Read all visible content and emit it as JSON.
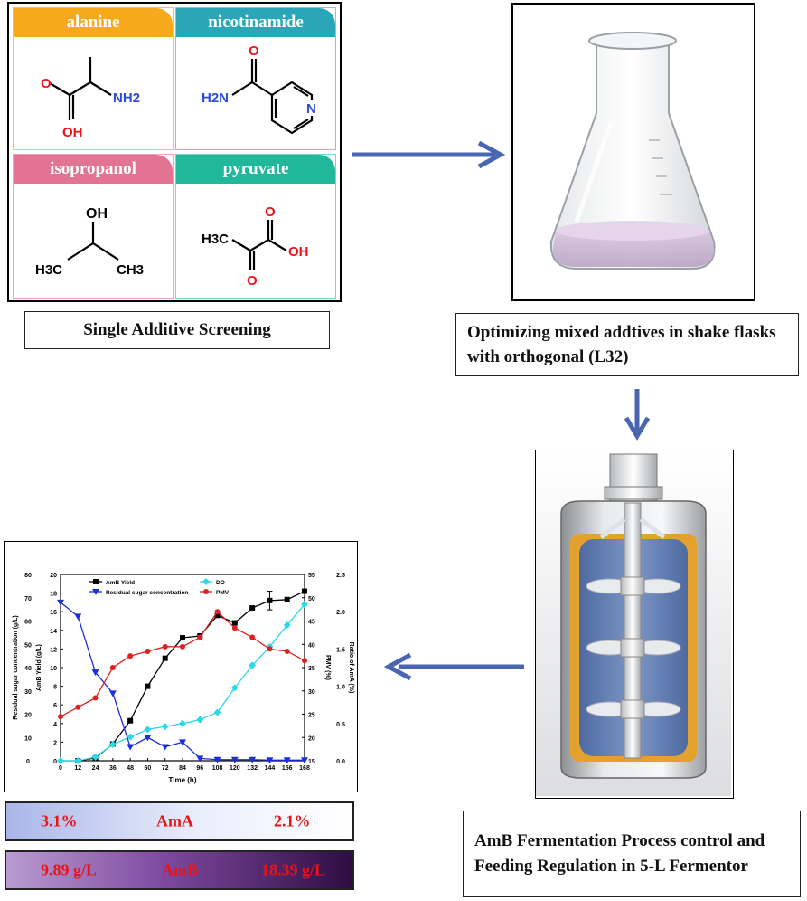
{
  "additives": [
    {
      "name": "alanine",
      "color": "#f5a91b"
    },
    {
      "name": "nicotinamide",
      "color": "#2aa6b9"
    },
    {
      "name": "isopropanol",
      "color": "#e27393"
    },
    {
      "name": "pyruvate",
      "color": "#20b79b"
    }
  ],
  "molecules": {
    "alanine": {
      "nh2": "NH2",
      "oh": "OH",
      "o": "O"
    },
    "nicotinamide": {
      "h2n": "H2N",
      "o": "O",
      "n": "N"
    },
    "isopropanol": {
      "oh": "OH",
      "ch3_left": "H3C",
      "ch3_right": "CH3"
    },
    "pyruvate": {
      "h3c": "H3C",
      "o_top": "O",
      "o_bottom": "O",
      "oh": "OH"
    }
  },
  "labels": {
    "screening": "Single Additive Screening",
    "optimizing": "Optimizing mixed addtives in shake flasks with orthogonal (L32)",
    "fermentation": "AmB Fermentation Process control and Feeding Regulation in 5-L Fermentor"
  },
  "results": {
    "ama": {
      "left": "3.1%",
      "mid": "AmA",
      "right": "2.1%"
    },
    "amb": {
      "left": "9.89 g/L",
      "mid": "AmB",
      "right": "18.39 g/L"
    }
  },
  "colors": {
    "arrow": "#4a66b3",
    "tank_jacket": "#e3a22e",
    "tank_inner": "#6a86b8"
  },
  "chart_data": {
    "type": "line",
    "xlabel": "Time (h)",
    "x_ticks": [
      0,
      12,
      24,
      36,
      48,
      60,
      72,
      84,
      96,
      108,
      120,
      132,
      144,
      156,
      168
    ],
    "axes": {
      "left_outer": {
        "label": "Residual sugar concentration (g/L)",
        "ylim": [
          0,
          80
        ],
        "ticks": [
          0,
          10,
          20,
          30,
          40,
          50,
          60,
          70,
          80
        ]
      },
      "left_inner": {
        "label": "AmB Yield (g/L)",
        "ylim": [
          0,
          20
        ],
        "ticks": [
          0,
          2,
          4,
          6,
          8,
          10,
          12,
          14,
          16,
          18,
          20
        ]
      },
      "right_inner": {
        "label": "PMV (%)",
        "ylim": [
          15,
          55
        ],
        "ticks": [
          15,
          20,
          25,
          30,
          35,
          40,
          45,
          50,
          55
        ]
      },
      "right_outer": {
        "label": "Ratio of AmA (%)",
        "ylim": [
          0,
          2.5
        ],
        "ticks": [
          0.0,
          0.5,
          1.0,
          1.5,
          2.0,
          2.5
        ]
      }
    },
    "series": [
      {
        "name": "AmB Yield",
        "axis": "left_inner",
        "color": "#000000",
        "marker": "square",
        "x": [
          12,
          24,
          36,
          48,
          60,
          72,
          84,
          96,
          108,
          120,
          132,
          144,
          156,
          168
        ],
        "y": [
          0,
          0.3,
          1.8,
          4.3,
          8.0,
          11.0,
          13.2,
          13.4,
          15.6,
          14.8,
          16.4,
          17.2,
          17.3,
          18.2
        ]
      },
      {
        "name": "DO",
        "axis": "right_outer",
        "color": "#2fd6e6",
        "marker": "diamond",
        "x": [
          0,
          12,
          24,
          36,
          48,
          60,
          72,
          84,
          96,
          108,
          120,
          132,
          144,
          156,
          168
        ],
        "y": [
          0.0,
          0.0,
          0.05,
          0.22,
          0.32,
          0.42,
          0.46,
          0.5,
          0.55,
          0.65,
          0.98,
          1.28,
          1.53,
          1.82,
          2.1
        ]
      },
      {
        "name": "Residual sugar concentration",
        "axis": "left_outer",
        "color": "#1c2fd6",
        "marker": "triangle-down",
        "x": [
          0,
          12,
          24,
          36,
          48,
          60,
          72,
          84,
          96,
          108,
          120,
          132,
          144,
          156,
          168
        ],
        "y": [
          68,
          62,
          38,
          29,
          6,
          10,
          6,
          8,
          1,
          0.5,
          0.5,
          0.5,
          0.3,
          0.3,
          0.3
        ]
      },
      {
        "name": "PMV",
        "axis": "right_inner",
        "color": "#e02020",
        "marker": "circle",
        "x": [
          0,
          12,
          24,
          36,
          48,
          60,
          72,
          84,
          96,
          108,
          120,
          132,
          144,
          156,
          168
        ],
        "y": [
          24.5,
          26.5,
          28.5,
          35,
          37.5,
          38.5,
          39.5,
          39.5,
          41.5,
          47,
          43.5,
          41.5,
          39,
          38.5,
          36.5
        ]
      }
    ],
    "legend_placement": "top",
    "error_bar_at_144": true
  }
}
